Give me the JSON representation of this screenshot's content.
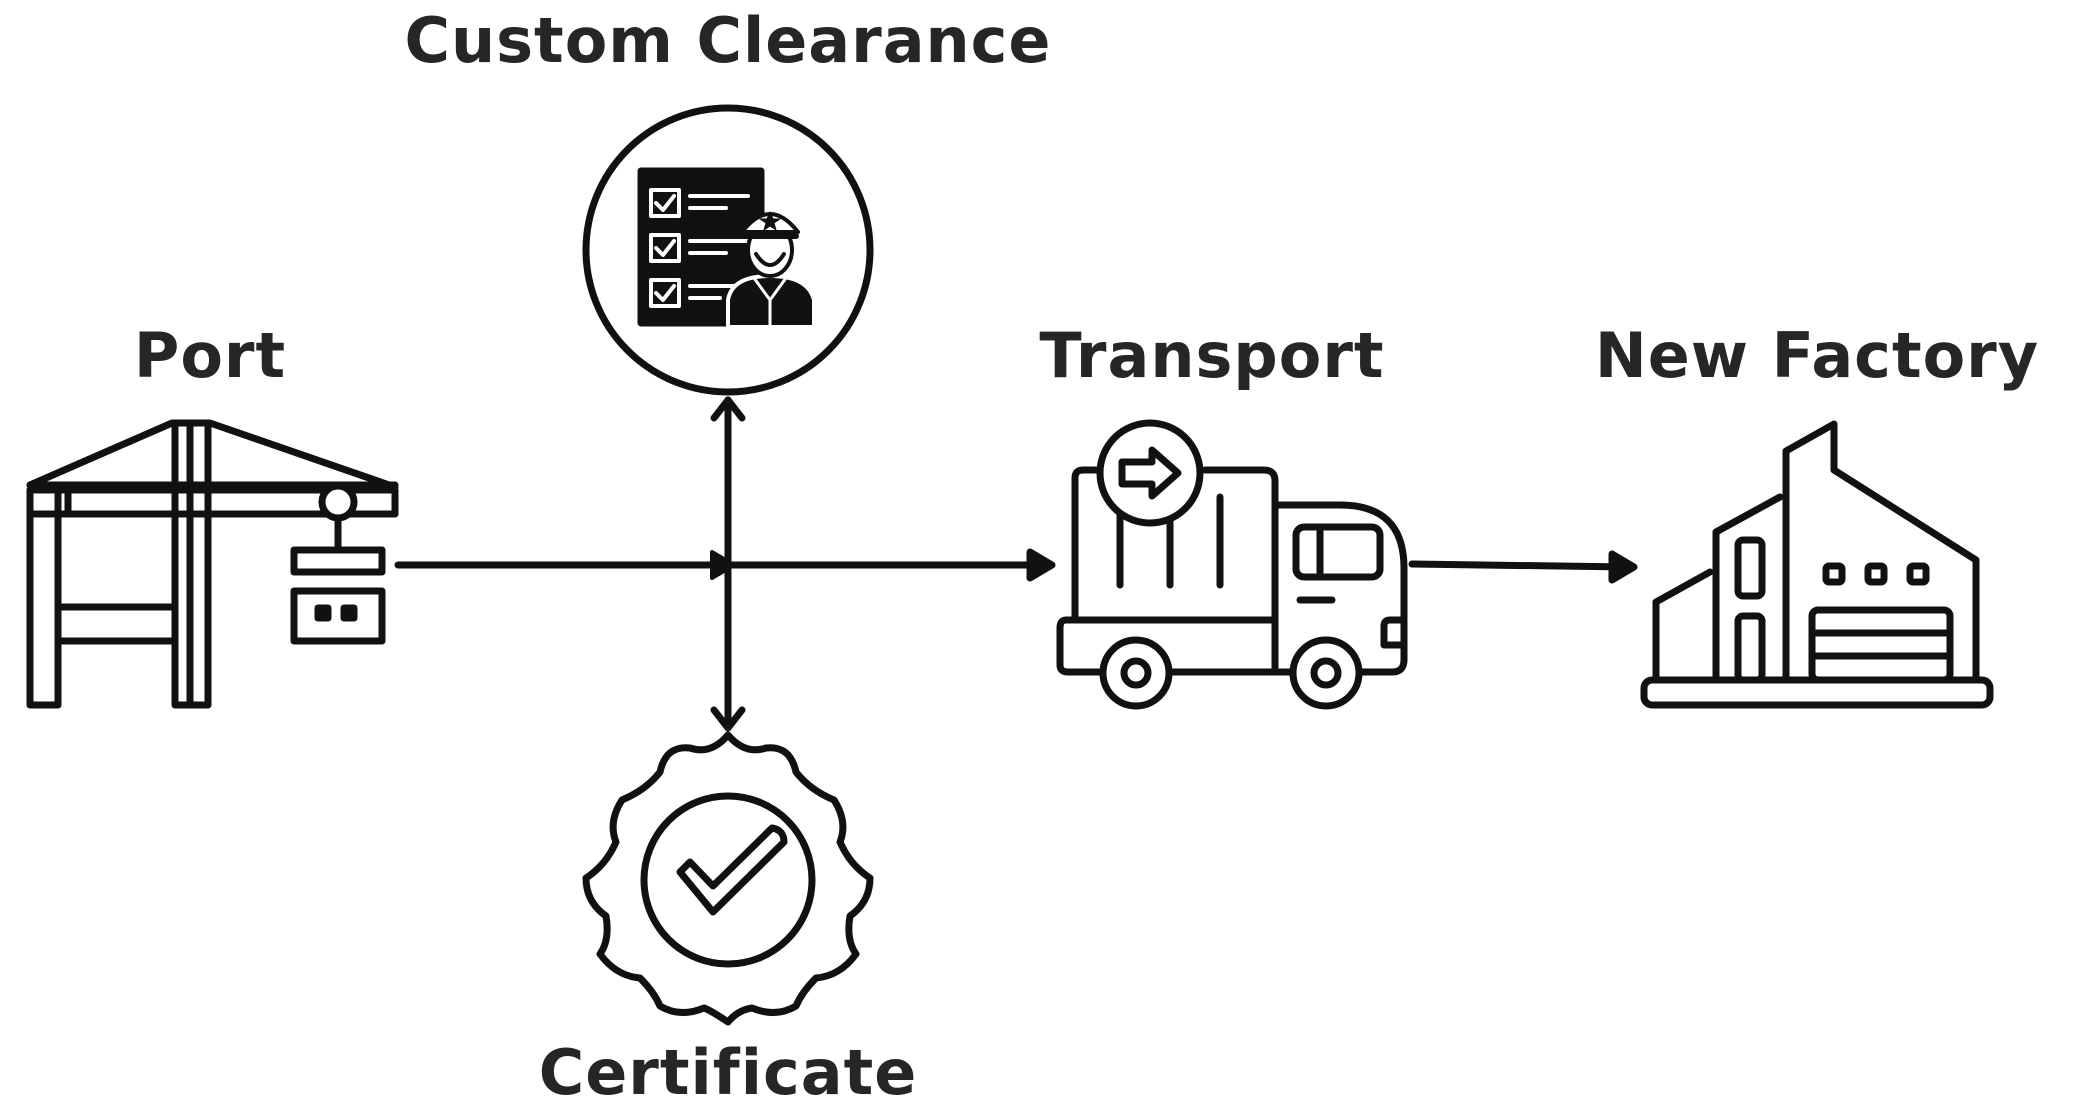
{
  "nodes": {
    "custom_clearance": {
      "label": "Custom Clearance",
      "icon": "customs-officer-checklist-icon"
    },
    "port": {
      "label": "Port",
      "icon": "port-crane-icon"
    },
    "transport": {
      "label": "Transport",
      "icon": "delivery-truck-icon"
    },
    "new_factory": {
      "label": "New Factory",
      "icon": "factory-building-icon"
    },
    "certificate": {
      "label": "Certificate",
      "icon": "certificate-badge-icon"
    }
  },
  "edges": [
    {
      "from": "port",
      "to": "transport"
    },
    {
      "from": "junction",
      "to": "custom_clearance",
      "bidirectional": true
    },
    {
      "from": "junction",
      "to": "certificate"
    },
    {
      "from": "transport",
      "to": "new_factory"
    }
  ],
  "colors": {
    "ink": "#111111",
    "label": "#262626",
    "background": "#ffffff"
  }
}
